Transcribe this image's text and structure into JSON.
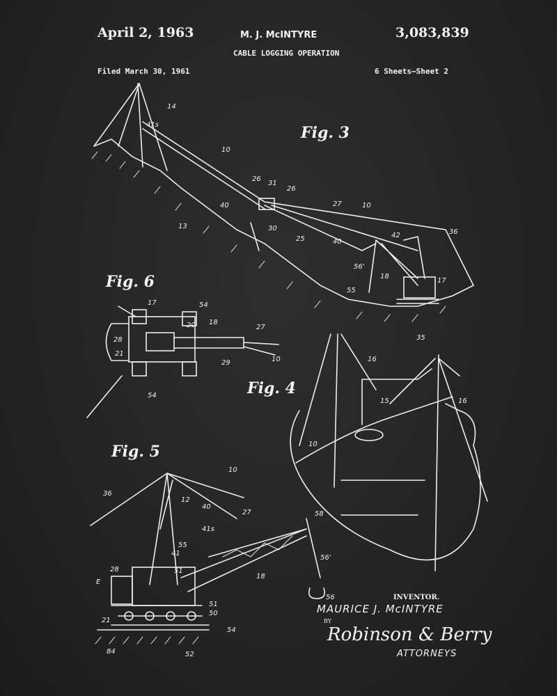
{
  "header": {
    "date": "April 2, 1963",
    "inventor_short": "M. J. McINTYRE",
    "patent_number": "3,083,839",
    "title": "CABLE LOGGING OPERATION",
    "filed": "Filed March 30, 1961",
    "sheets": "6 Sheets—Sheet 2"
  },
  "figures": {
    "fig3": {
      "label": "Fig. 3",
      "numerals": [
        "14",
        "41s",
        "10",
        "26",
        "31",
        "26",
        "27",
        "10",
        "40",
        "13",
        "30",
        "25",
        "40",
        "42",
        "36",
        "56'",
        "18",
        "55",
        "17",
        "35"
      ]
    },
    "fig6": {
      "label": "Fig. 6",
      "numerals": [
        "17",
        "54",
        "20",
        "18",
        "27",
        "28",
        "21",
        "29",
        "10",
        "54"
      ]
    },
    "fig4": {
      "label": "Fig. 4",
      "numerals": [
        "16",
        "15",
        "16",
        "10"
      ]
    },
    "fig5": {
      "label": "Fig. 5",
      "numerals": [
        "10",
        "36",
        "12",
        "40",
        "27",
        "41s",
        "55",
        "41",
        "58",
        "56'",
        "28",
        "51",
        "E",
        "18",
        "56",
        "51",
        "50",
        "21",
        "54",
        "84",
        "52"
      ]
    }
  },
  "footer": {
    "inventor_label": "INVENTOR.",
    "inventor_name": "MAURICE J. McINTYRE",
    "by": "BY",
    "signature": "Robinson & Berry",
    "attorneys": "ATTORNEYS"
  }
}
